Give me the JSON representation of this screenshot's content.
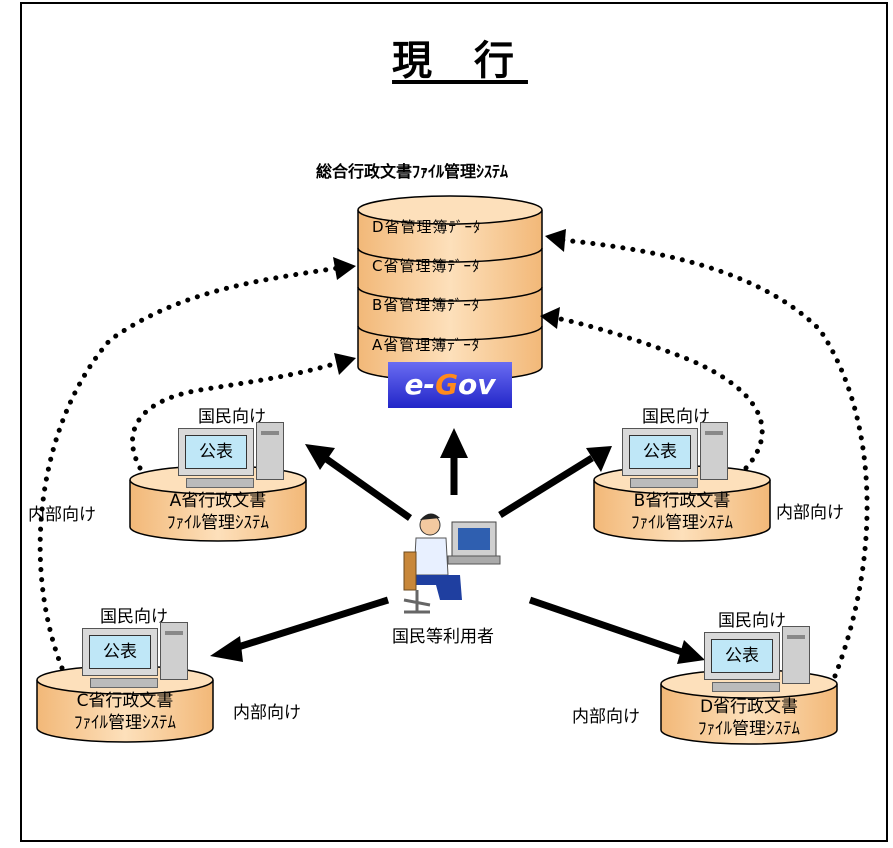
{
  "title": "現 行",
  "system_title": "総合行政文書ﾌｧｲﾙ管理ｼｽﾃﾑ",
  "database": {
    "layers": [
      "D省管理簿ﾃﾞｰﾀ",
      "C省管理簿ﾃﾞｰﾀ",
      "B省管理簿ﾃﾞｰﾀ",
      "A省管理簿ﾃﾞｰﾀ"
    ],
    "logo": "e-Gov"
  },
  "ministries": [
    {
      "id": "a",
      "public_label": "国民向け",
      "screen_label": "公表",
      "line1": "A省行政文書",
      "line2": "ﾌｧｲﾙ管理ｼｽﾃﾑ",
      "internal_label": "内部向け"
    },
    {
      "id": "b",
      "public_label": "国民向け",
      "screen_label": "公表",
      "line1": "B省行政文書",
      "line2": "ﾌｧｲﾙ管理ｼｽﾃﾑ",
      "internal_label": "内部向け"
    },
    {
      "id": "c",
      "public_label": "国民向け",
      "screen_label": "公表",
      "line1": "C省行政文書",
      "line2": "ﾌｧｲﾙ管理ｼｽﾃﾑ",
      "internal_label": "内部向け"
    },
    {
      "id": "d",
      "public_label": "国民向け",
      "screen_label": "公表",
      "line1": "D省行政文書",
      "line2": "ﾌｧｲﾙ管理ｼｽﾃﾑ",
      "internal_label": "内部向け"
    }
  ],
  "user_label": "国民等利用者",
  "colors": {
    "cylinder_fill": "#fbd6a8",
    "cylinder_stroke": "#000",
    "arrow": "#000"
  }
}
